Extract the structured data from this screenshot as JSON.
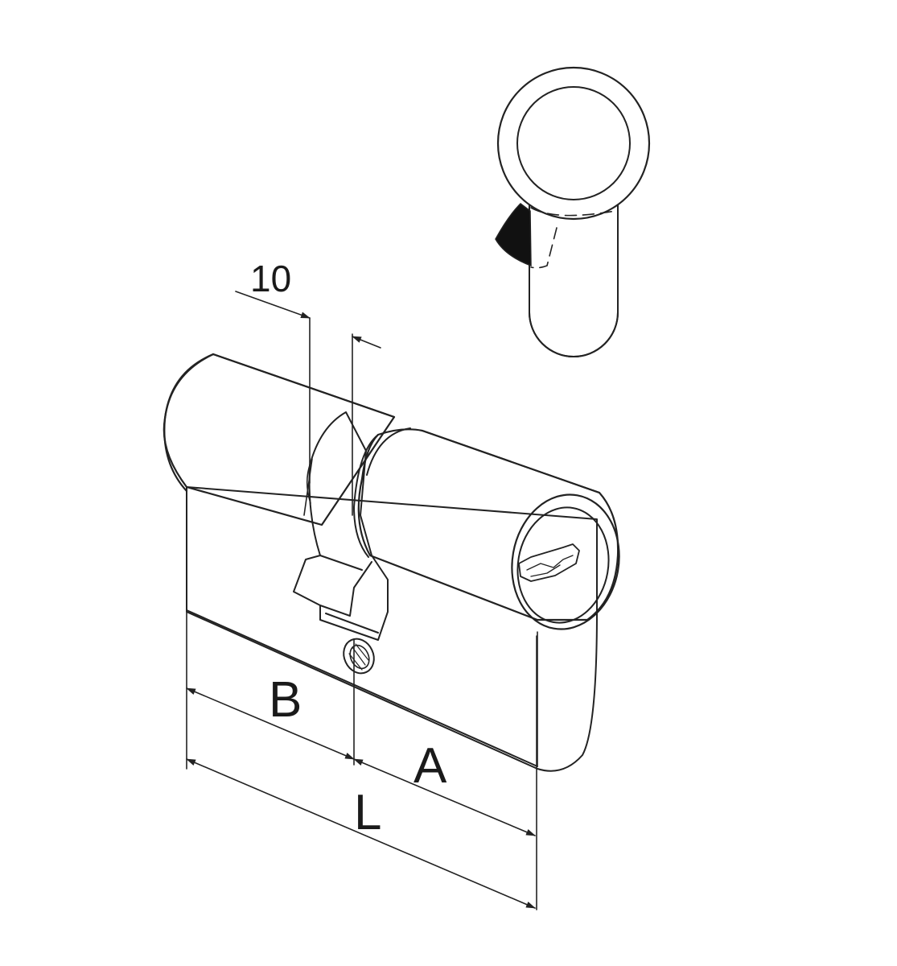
{
  "diagram": {
    "labels": {
      "spacing": "10",
      "b": "B",
      "a": "A",
      "l": "L"
    },
    "colors": {
      "body_fill": "#e2e2e3",
      "line": "#222222",
      "cam_fill": "#111111",
      "background": "#ffffff"
    }
  }
}
